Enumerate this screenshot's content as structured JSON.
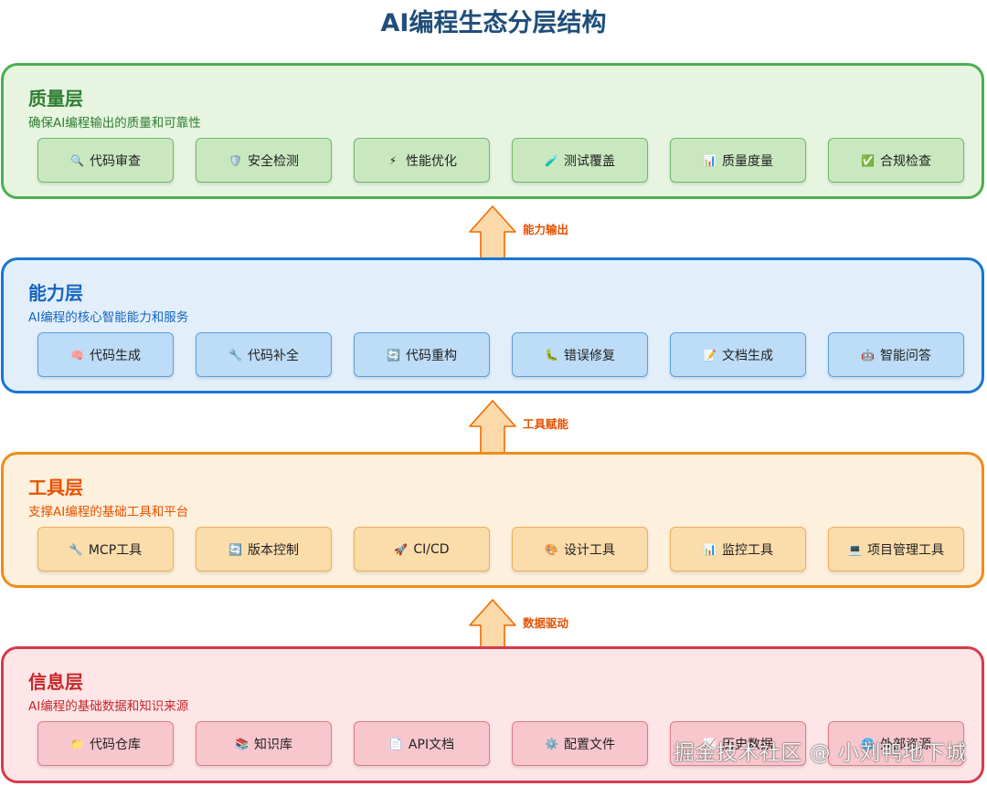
{
  "title": "AI编程生态分层结构",
  "layers": {
    "quality": {
      "name": "质量层",
      "desc": "确保AI编程输出的质量和可靠性",
      "items": [
        {
          "icon": "🔍",
          "label": "代码审查"
        },
        {
          "icon": "🛡️",
          "label": "安全检测"
        },
        {
          "icon": "⚡",
          "label": "性能优化"
        },
        {
          "icon": "🧪",
          "label": "测试覆盖"
        },
        {
          "icon": "📊",
          "label": "质量度量"
        },
        {
          "icon": "✅",
          "label": "合规检查"
        }
      ]
    },
    "capability": {
      "name": "能力层",
      "desc": "AI编程的核心智能能力和服务",
      "items": [
        {
          "icon": "🧠",
          "label": "代码生成"
        },
        {
          "icon": "🔧",
          "label": "代码补全"
        },
        {
          "icon": "🔄",
          "label": "代码重构"
        },
        {
          "icon": "🐛",
          "label": "错误修复"
        },
        {
          "icon": "📝",
          "label": "文档生成"
        },
        {
          "icon": "🤖",
          "label": "智能问答"
        }
      ]
    },
    "tools": {
      "name": "工具层",
      "desc": "支撑AI编程的基础工具和平台",
      "items": [
        {
          "icon": "🔧",
          "label": "MCP工具"
        },
        {
          "icon": "🔄",
          "label": "版本控制"
        },
        {
          "icon": "🚀",
          "label": "CI/CD"
        },
        {
          "icon": "🎨",
          "label": "设计工具"
        },
        {
          "icon": "📊",
          "label": "监控工具"
        },
        {
          "icon": "💻",
          "label": "项目管理工具"
        }
      ]
    },
    "info": {
      "name": "信息层",
      "desc": "AI编程的基础数据和知识来源",
      "items": [
        {
          "icon": "📁",
          "label": "代码仓库"
        },
        {
          "icon": "📚",
          "label": "知识库"
        },
        {
          "icon": "📄",
          "label": "API文档"
        },
        {
          "icon": "⚙️",
          "label": "配置文件"
        },
        {
          "icon": "📈",
          "label": "历史数据"
        },
        {
          "icon": "🌐",
          "label": "外部资源"
        }
      ]
    }
  },
  "arrows": {
    "quality_capability": "能力输出",
    "capability_tools": "工具赋能",
    "tools_info": "数据驱动"
  },
  "watermark": "掘金技术社区 @ 小刘鸭地下城"
}
